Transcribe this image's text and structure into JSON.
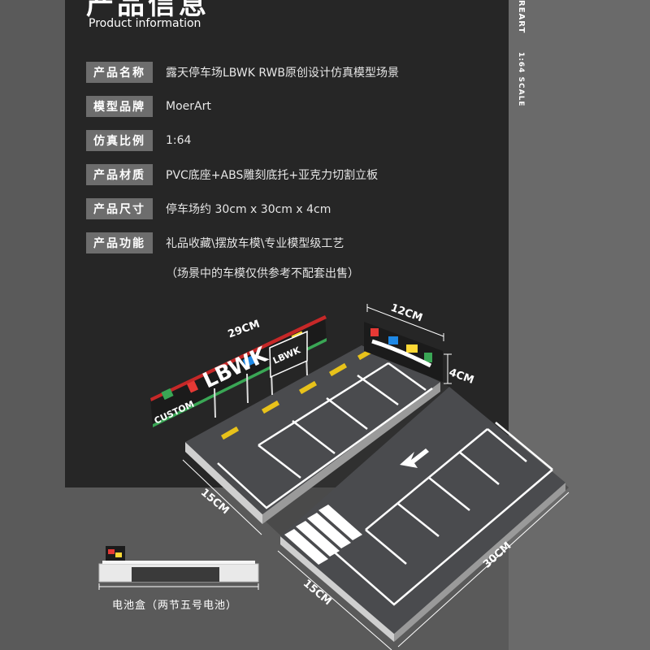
{
  "header": {
    "title_cn": "产品信息",
    "title_en": "Product information"
  },
  "side": {
    "brand_vertical": "REART",
    "scale_vertical": "1:64 SCALE"
  },
  "specs": [
    {
      "label": "产品名称",
      "value": "露天停车场LBWK RWB原创设计仿真模型场景"
    },
    {
      "label": "模型品牌",
      "value": "MoerArt"
    },
    {
      "label": "仿真比例",
      "value": "1:64"
    },
    {
      "label": "产品材质",
      "value": "PVC底座+ABS雕刻底托+亚克力切割立板"
    },
    {
      "label": "产品尺寸",
      "value": "停车场约 30cm x 30cm x 4cm"
    },
    {
      "label": "产品功能",
      "value": "礼品收藏\\摆放车模\\专业模型级工艺"
    }
  ],
  "note": "（场景中的车模仅供参考不配套出售）",
  "dimensions": {
    "d29": "29CM",
    "d12": "12CM",
    "d4": "4CM",
    "d15a": "15CM",
    "d15b": "15CM",
    "d30": "30CM"
  },
  "banner_text": {
    "main": "LBWK",
    "sign": "LBWK",
    "left": "CUSTOM"
  },
  "battery_label": "电池盒（两节五号电池）",
  "colors": {
    "dark_panel": "#262626",
    "tag_bg": "#6d6d6d",
    "asphalt": "#4a4b4e",
    "line": "#ffffff",
    "hazard": "#e8c21a"
  }
}
